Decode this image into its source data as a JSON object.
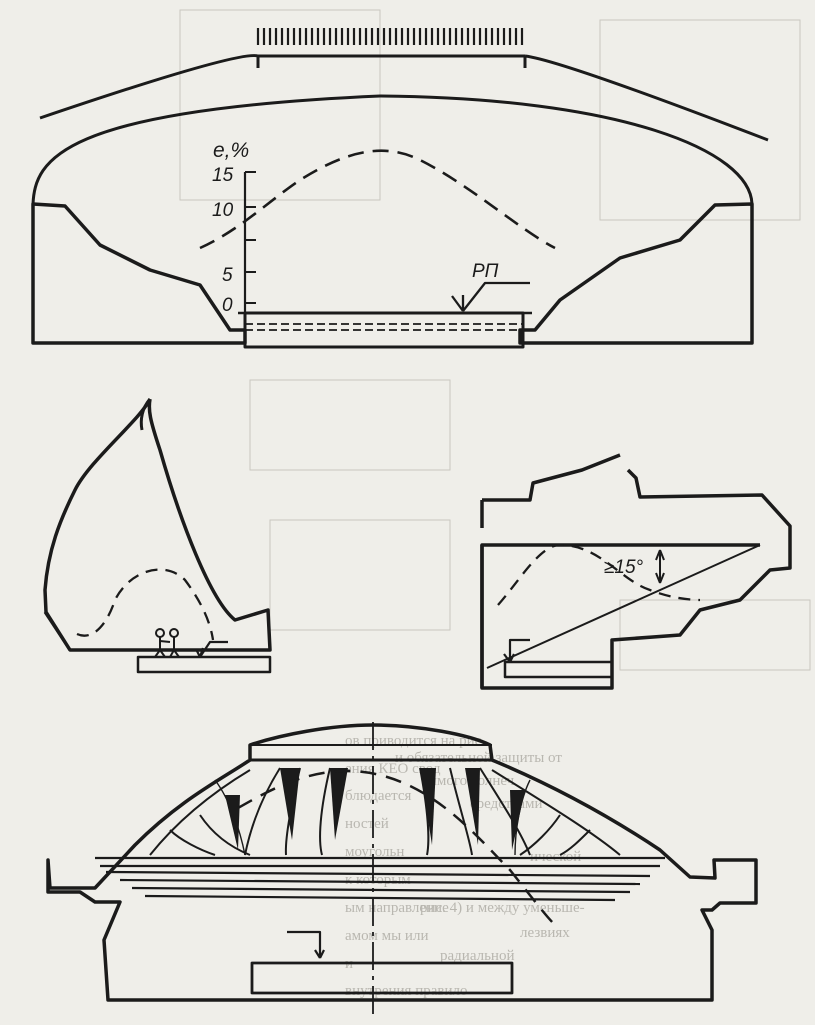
{
  "figure_top": {
    "y_axis_label": "e,%",
    "y_ticks": [
      "15",
      "10",
      "5",
      "0"
    ],
    "work_plane_label": "РП"
  },
  "figure_middle_right": {
    "angle_label": "≥15°"
  },
  "background_text_lines": [
    "и обязательной защиты от",
    "ямого солнеч",
    "средствами",
    "ической",
    "рис. 4) и между уменьше-",
    "лезвиях",
    "радиальной"
  ],
  "background_text_right_lines": [
    "ов приводится на рис.",
    "ения КЕО свод",
    "блюдается",
    "ностей",
    "моугольн",
    "к которым",
    "ым направление",
    "амом мы или",
    "и",
    "внутрения правило"
  ],
  "colors": {
    "ink": "#1b1b1b",
    "paper": "#efeee9",
    "show_through": "#c4c2bb"
  }
}
